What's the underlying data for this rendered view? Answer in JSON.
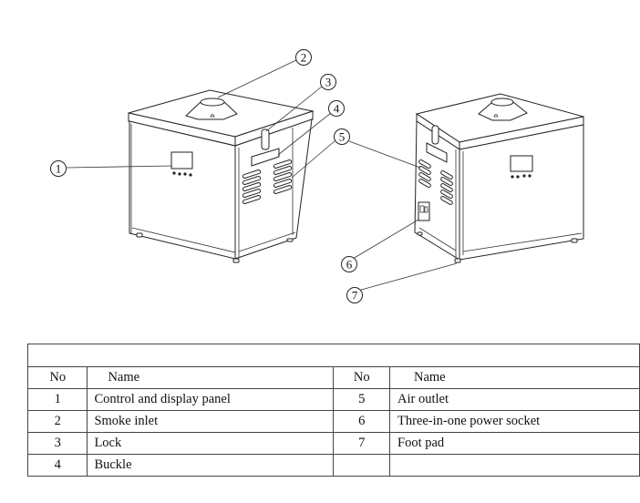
{
  "diagram": {
    "callouts": [
      "1",
      "2",
      "3",
      "4",
      "5",
      "6",
      "7"
    ]
  },
  "table": {
    "title": "",
    "headers": {
      "no_left": "No",
      "name_left": "Name",
      "no_right": "No",
      "name_right": "Name"
    },
    "rows": [
      {
        "no_left": "1",
        "name_left": "Control and display panel",
        "no_right": "5",
        "name_right": "Air outlet"
      },
      {
        "no_left": "2",
        "name_left": "Smoke inlet",
        "no_right": "6",
        "name_right": "Three-in-one power socket"
      },
      {
        "no_left": "3",
        "name_left": "Lock",
        "no_right": "7",
        "name_right": "Foot pad"
      },
      {
        "no_left": "4",
        "name_left": "Buckle",
        "no_right": "",
        "name_right": ""
      }
    ]
  }
}
